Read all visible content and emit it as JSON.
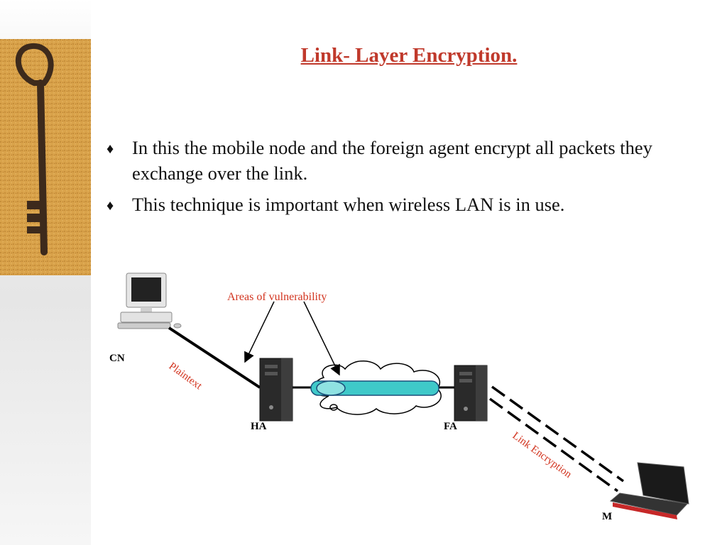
{
  "slide": {
    "title": "Link- Layer Encryption.",
    "bullets": [
      "In this the mobile node and the foreign agent encrypt all packets they exchange over the link.",
      "This technique is important when wireless LAN is in use."
    ]
  },
  "diagram": {
    "annotation": "Areas of  vulnerability",
    "plaintext_label": "Plaintext",
    "link_label": "Link Encryption",
    "nodes": {
      "cn": "CN",
      "ha": "HA",
      "fa": "FA",
      "mn": "M"
    }
  },
  "colors": {
    "title": "#c0392b",
    "annotation": "#d2341f",
    "tunnel": "#3fc9c9"
  },
  "icons": [
    "key-photo",
    "desktop-computer-icon",
    "tower-server-icon",
    "cloud-icon",
    "laptop-icon",
    "bullet-diamond-icon"
  ]
}
